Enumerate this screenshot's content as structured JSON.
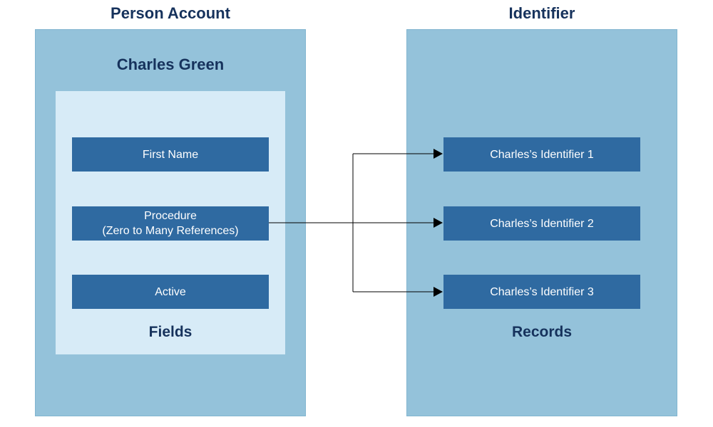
{
  "left_panel": {
    "title": "Person Account",
    "heading": "Charles Green",
    "fields": [
      {
        "line1": "First Name",
        "line2": ""
      },
      {
        "line1": "Procedure",
        "line2": "(Zero to Many References)"
      },
      {
        "line1": "Active",
        "line2": ""
      }
    ],
    "footer": "Fields"
  },
  "right_panel": {
    "title": "Identifier",
    "records": [
      "Charles’s Identifier 1",
      "Charles’s Identifier 2",
      "Charles’s Identifier 3"
    ],
    "footer": "Records"
  },
  "colors": {
    "panel": "#94c2da",
    "inner": "#d7ebf7",
    "box": "#2f6aa1",
    "text_dark": "#16325c"
  }
}
